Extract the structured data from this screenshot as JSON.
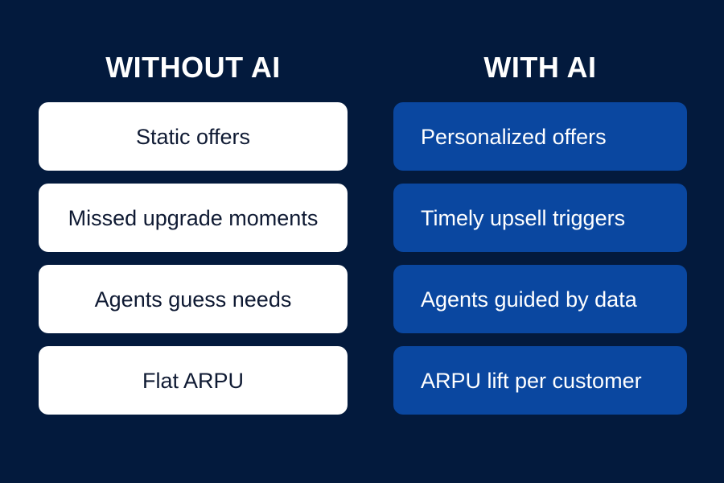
{
  "colors": {
    "background": "#031A3D",
    "left_card": "#FFFFFF",
    "left_text": "#0F1A33",
    "right_card": "#0A47A0",
    "right_text": "#FFFFFF",
    "heading_text": "#FFFFFF"
  },
  "without_ai": {
    "heading": "WITHOUT AI",
    "items": [
      {
        "label": "Static offers"
      },
      {
        "label": "Missed upgrade moments"
      },
      {
        "label": "Agents guess needs"
      },
      {
        "label": "Flat ARPU"
      }
    ]
  },
  "with_ai": {
    "heading": "WITH AI",
    "items": [
      {
        "label": "Personalized offers"
      },
      {
        "label": "Timely upsell triggers"
      },
      {
        "label": "Agents guided by data"
      },
      {
        "label": "ARPU lift per customer"
      }
    ]
  }
}
